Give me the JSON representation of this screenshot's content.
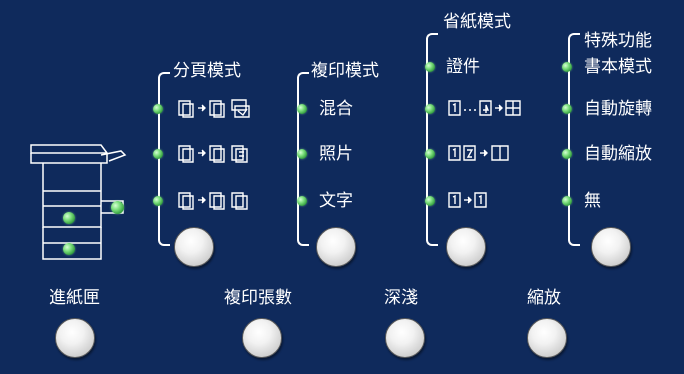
{
  "colors": {
    "panel": "#0f2a5c",
    "led_green": "#5bd05b",
    "text": "#ffffff",
    "button": "#e8e8e8"
  },
  "sections": {
    "collate": {
      "label": "分頁模式"
    },
    "copy_mode": {
      "label": "複印模式",
      "options": [
        "混合",
        "照片",
        "文字"
      ]
    },
    "paper_saving": {
      "label": "省紙模式",
      "option_1": "證件"
    },
    "special": {
      "label": "特殊功能",
      "options": [
        "書本模式",
        "自動旋轉",
        "自動縮放",
        "無"
      ]
    }
  },
  "bottom_buttons": {
    "paper_tray": "進紙匣",
    "copy_count": "複印張數",
    "density": "深淺",
    "zoom": "縮放"
  },
  "icon_names": {
    "paper_tray": "paper-tray-icon",
    "two_up": "two-pages-to-one-icon",
    "four_up": "four-pages-to-one-icon",
    "id_copy": "id-card-copy-icon",
    "book": "book-page-icon",
    "simplex": "one-to-one-page-icon"
  }
}
